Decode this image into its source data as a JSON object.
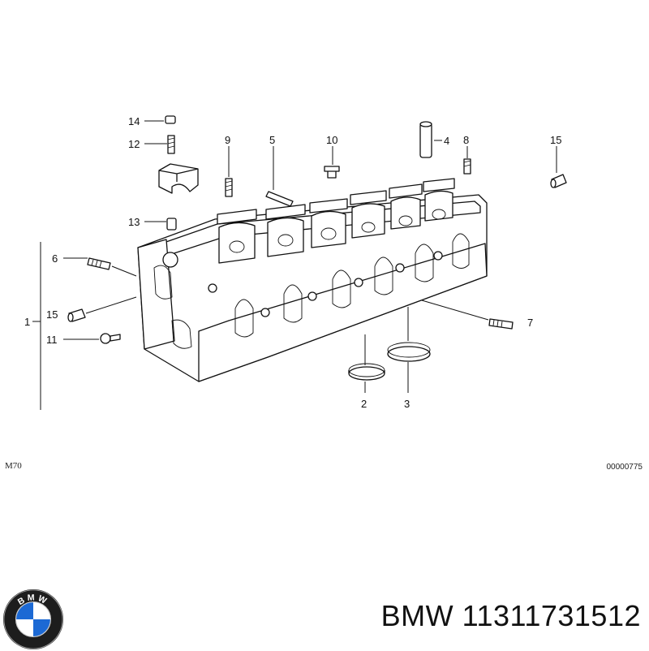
{
  "diagram": {
    "callouts": [
      {
        "id": "1",
        "text": "1"
      },
      {
        "id": "2",
        "text": "2"
      },
      {
        "id": "3",
        "text": "3"
      },
      {
        "id": "4",
        "text": "4"
      },
      {
        "id": "5",
        "text": "5"
      },
      {
        "id": "6",
        "text": "6"
      },
      {
        "id": "7",
        "text": "7"
      },
      {
        "id": "8",
        "text": "8"
      },
      {
        "id": "9",
        "text": "9"
      },
      {
        "id": "10",
        "text": "10"
      },
      {
        "id": "11",
        "text": "11"
      },
      {
        "id": "12",
        "text": "12"
      },
      {
        "id": "13",
        "text": "13"
      },
      {
        "id": "14",
        "text": "14"
      },
      {
        "id": "15a",
        "text": "15"
      },
      {
        "id": "15b",
        "text": "15"
      }
    ],
    "model_code": "M70",
    "drawing_number": "00000775"
  },
  "brand": {
    "logo_name": "bmw-roundel-icon",
    "logo_text": "BMW",
    "caption": "BMW 11311731512"
  }
}
